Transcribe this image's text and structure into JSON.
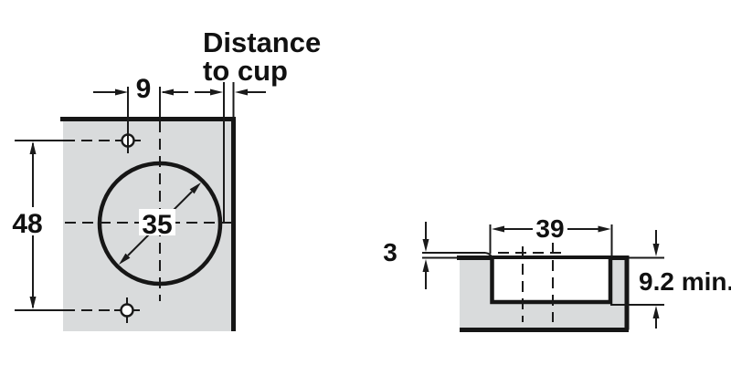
{
  "labels": {
    "title_line1": "Distance",
    "title_line2": "to cup",
    "screw_hole_offset": "9",
    "screw_hole_spacing": "48",
    "cup_diameter": "35",
    "flange_thickness": "3",
    "cup_clearance_width": "39",
    "drilling_depth_min": "9.2 min."
  },
  "colors": {
    "panel_fill": "#d9dbdc",
    "line": "#1a1a1a",
    "background": "#ffffff"
  }
}
